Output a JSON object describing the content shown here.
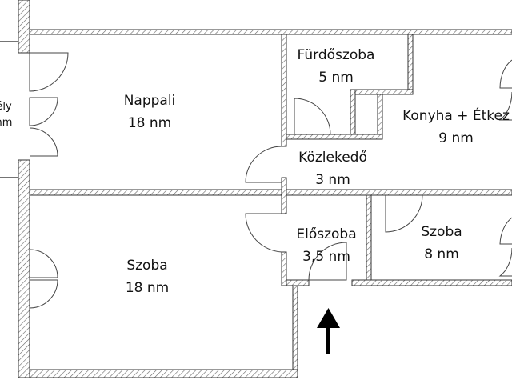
{
  "colors": {
    "wall_hatch": "#555555",
    "background": "#ffffff",
    "arrow": "#000000"
  },
  "rooms": [
    {
      "name": "Nappali",
      "area": "18 nm"
    },
    {
      "name": "Fürdőszoba",
      "area": "5 nm"
    },
    {
      "name": "Konyha + Étkez",
      "area": "9 nm"
    },
    {
      "name": "Közlekedő",
      "area": "3 nm"
    },
    {
      "name": "Szoba",
      "area": "18 nm"
    },
    {
      "name": "Előszoba",
      "area": "3,5 nm"
    },
    {
      "name": "Szoba",
      "area": "8 nm"
    },
    {
      "name": "ély",
      "area": "nm"
    }
  ],
  "entrance_icon": "arrow-up-icon"
}
